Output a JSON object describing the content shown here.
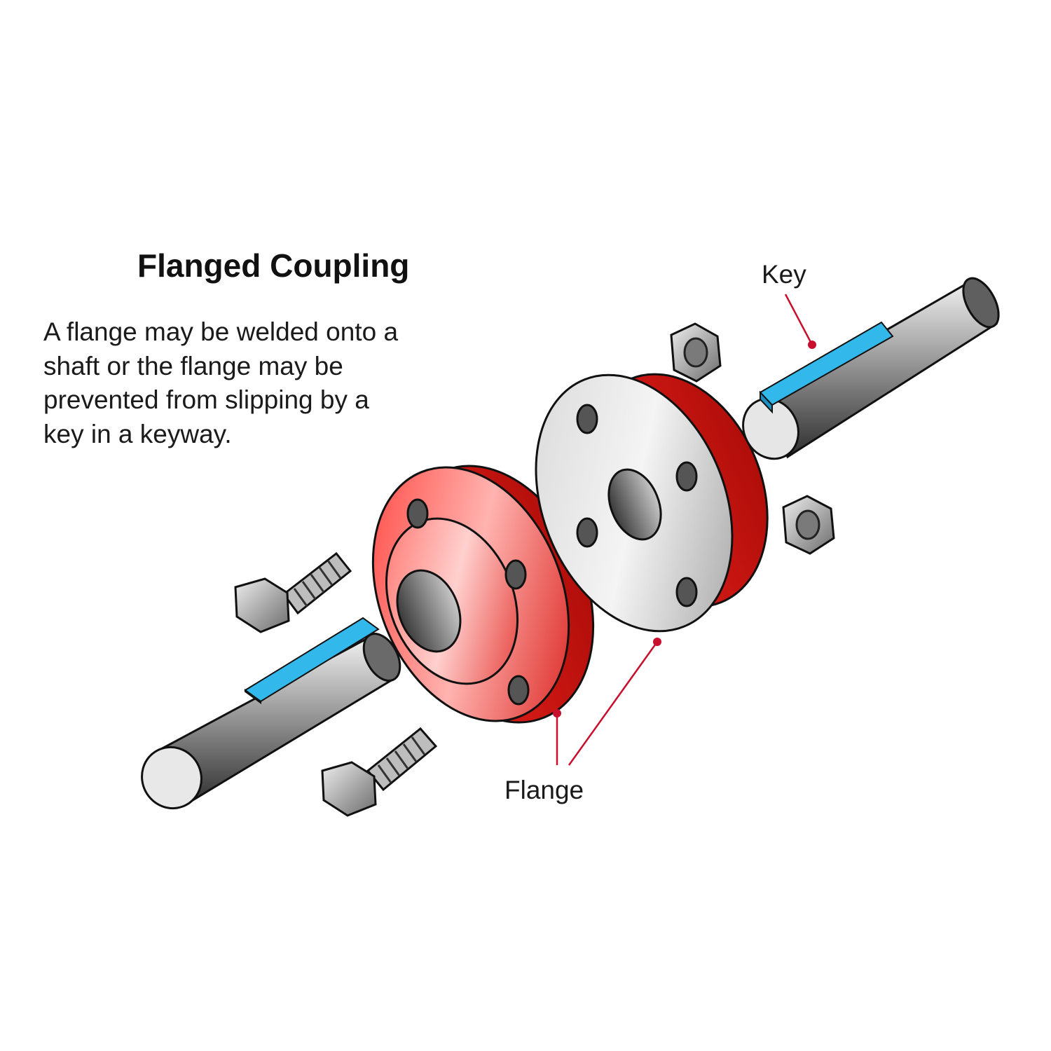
{
  "diagram": {
    "title": "Flanged Coupling",
    "description_lines": [
      "A flange may be welded onto a",
      "shaft or the flange may be",
      "prevented from slipping by a",
      "key in a keyway."
    ],
    "labels": {
      "key": "Key",
      "flange": "Flange"
    },
    "colors": {
      "flange_red": "#e8201c",
      "key_blue": "#1aa8e0",
      "steel_gray": "#b9b9b9",
      "leader_line": "#c8102e"
    }
  }
}
